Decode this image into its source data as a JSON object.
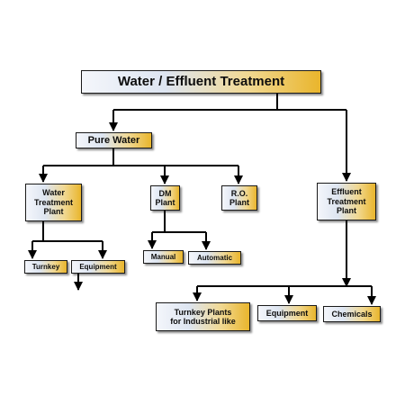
{
  "diagram": {
    "root": "Water / Effluent Treatment",
    "pure_water": "Pure Water",
    "water_treatment_plant": "Water\nTreatment\nPlant",
    "dm_plant": "DM\nPlant",
    "ro_plant": "R.O.\nPlant",
    "effluent_treatment_plant": "Effluent\nTreatment\nPlant",
    "turnkey": "Turnkey",
    "equipment_water": "Equipment",
    "manual": "Manual",
    "automatic": "Automatic",
    "turnkey_plants_industrial": "Turnkey Plants\nfor Industrial like",
    "equipment_effluent": "Equipment",
    "chemicals": "Chemicals"
  }
}
